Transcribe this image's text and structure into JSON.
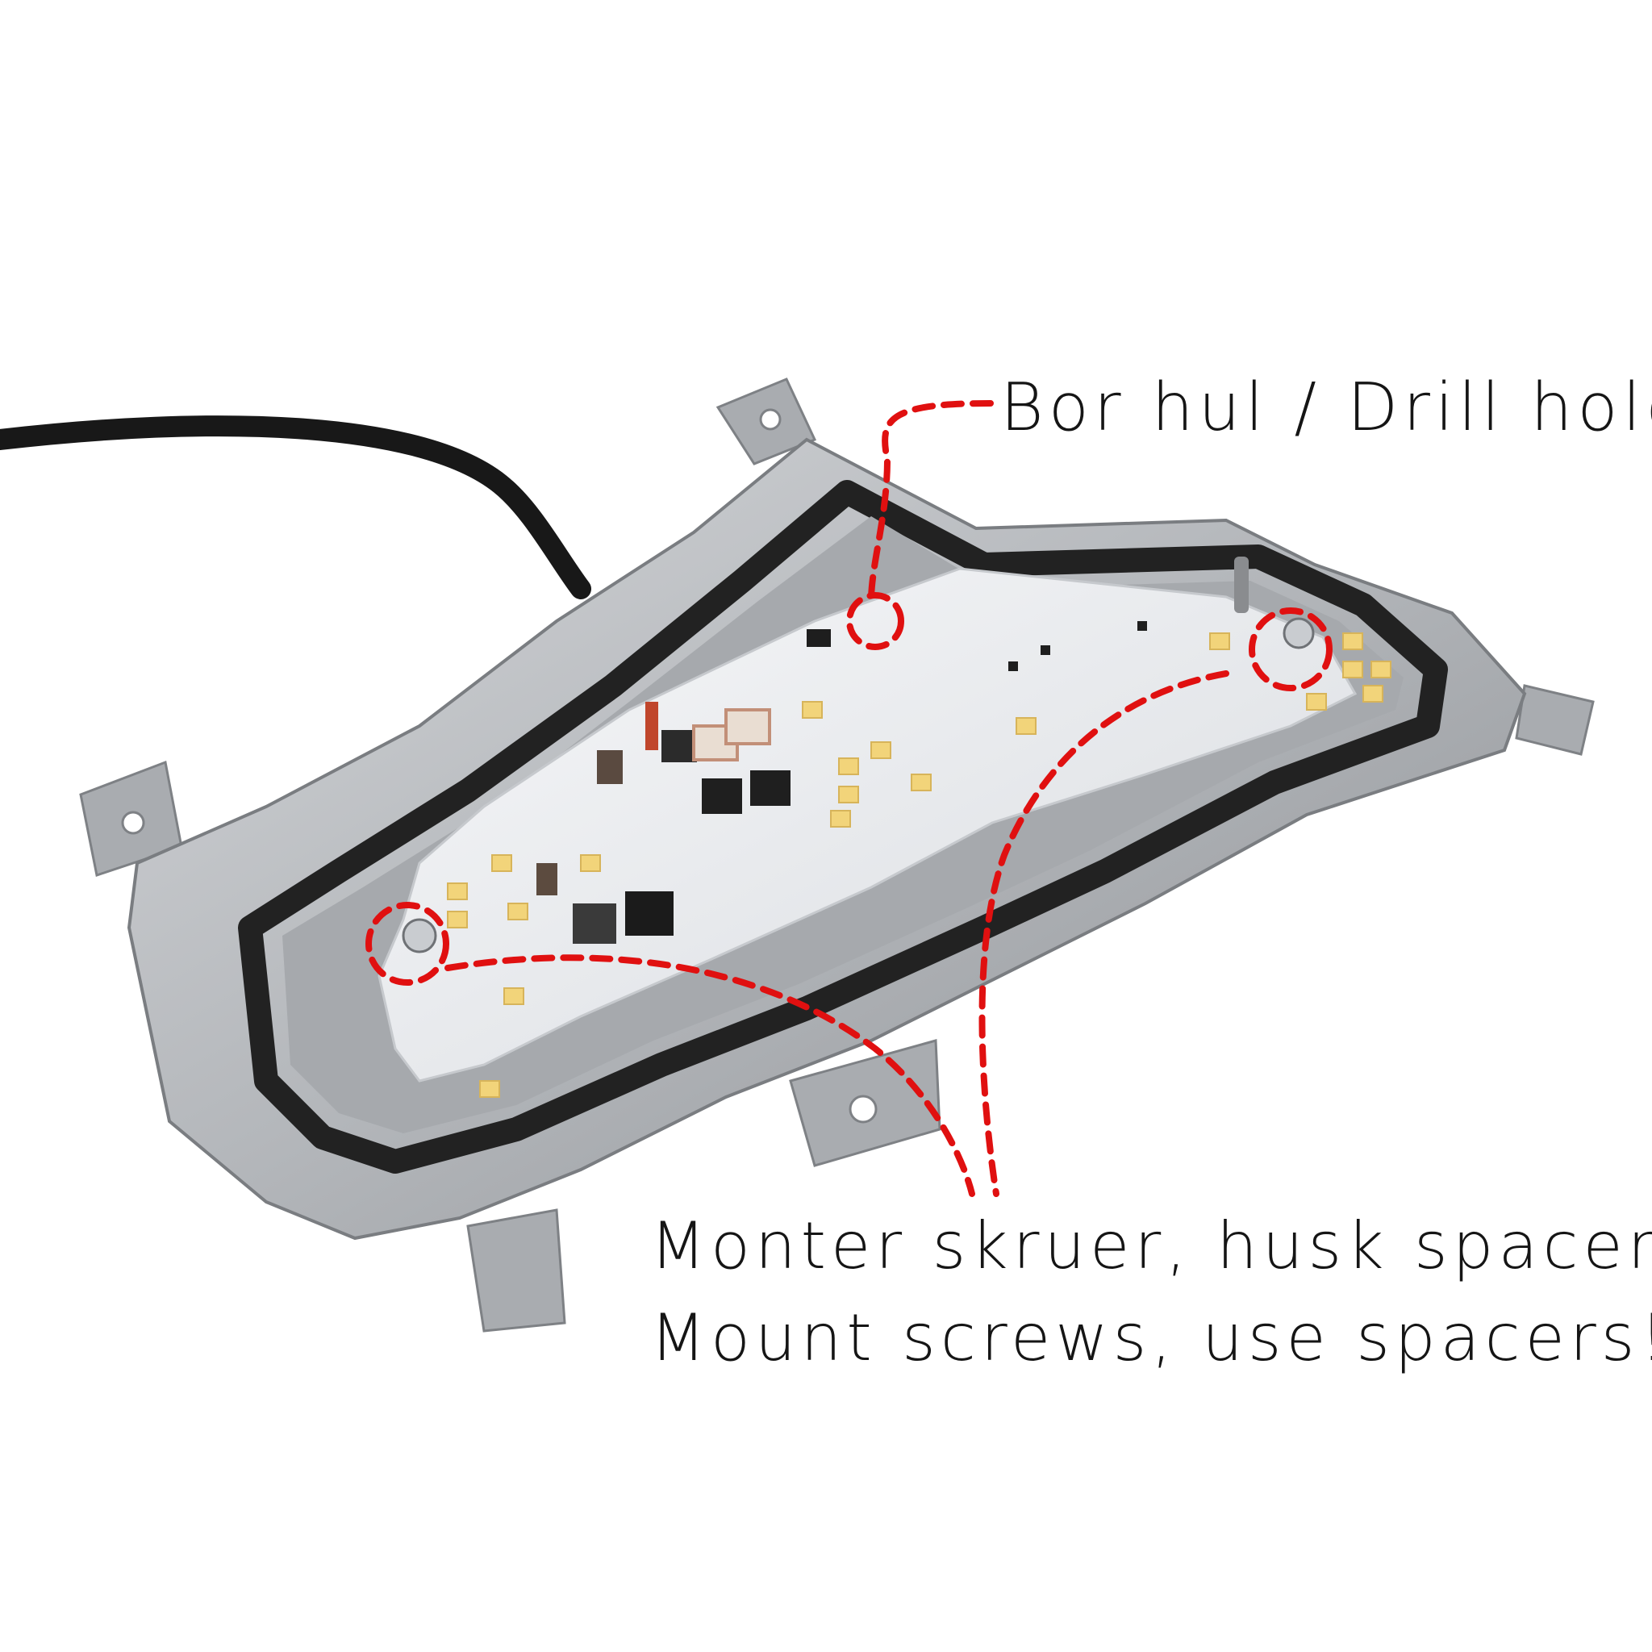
{
  "annotations": {
    "drill": "Bor hul / Drill hole",
    "mount_da": "Monter skruer, husk spacer!",
    "mount_en": "Mount screws, use spacers!"
  },
  "colors": {
    "background": "#ffffff",
    "annotation_red": "#e01010",
    "housing_metal": "#b9bcc0",
    "gasket": "#262626",
    "pcb": "#eef0f2",
    "led": "#f2d47a",
    "cable": "#1a1a1a"
  }
}
